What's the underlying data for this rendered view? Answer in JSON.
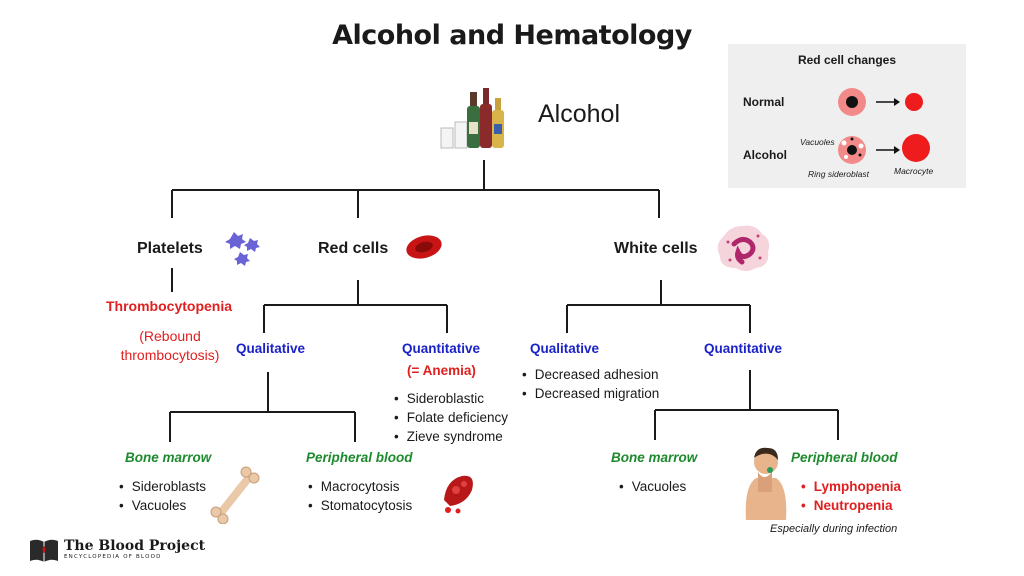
{
  "title": "Alcohol and Hematology",
  "root": {
    "label": "Alcohol"
  },
  "platelets": {
    "label": "Platelets",
    "finding": "Thrombocytopenia",
    "note_line1": "(Rebound",
    "note_line2": "thrombocytosis)"
  },
  "red_cells": {
    "label": "Red cells",
    "qualitative": {
      "label": "Qualitative",
      "bone_marrow": {
        "label": "Bone marrow",
        "items": [
          "Sideroblasts",
          "Vacuoles"
        ]
      },
      "peripheral_blood": {
        "label": "Peripheral blood",
        "items": [
          "Macrocytosis",
          "Stomatocytosis"
        ]
      }
    },
    "quantitative": {
      "label": "Quantitative",
      "sublabel": "(= Anemia)",
      "items": [
        "Sideroblastic",
        "Folate deficiency",
        "Zieve syndrome"
      ]
    }
  },
  "white_cells": {
    "label": "White cells",
    "qualitative": {
      "label": "Qualitative",
      "items": [
        "Decreased adhesion",
        "Decreased migration"
      ]
    },
    "quantitative": {
      "label": "Quantitative",
      "bone_marrow": {
        "label": "Bone marrow",
        "items": [
          "Vacuoles"
        ]
      },
      "peripheral_blood": {
        "label": "Peripheral blood",
        "items": [
          "Lymphopenia",
          "Neutropenia"
        ],
        "note": "Especially during infection"
      }
    }
  },
  "red_cell_changes": {
    "title": "Red cell changes",
    "normal_label": "Normal",
    "alcohol_label": "Alcohol",
    "vacuoles_label": "Vacuoles",
    "ring_label": "Ring sideroblast",
    "macrocyte_label": "Macrocyte"
  },
  "logo": {
    "name": "The Blood Project",
    "tagline": "ENCYCLOPEDIA OF BLOOD"
  },
  "colors": {
    "finding_red": "#e02020",
    "branch_blue": "#1a22c8",
    "location_green": "#1e8a2e"
  }
}
